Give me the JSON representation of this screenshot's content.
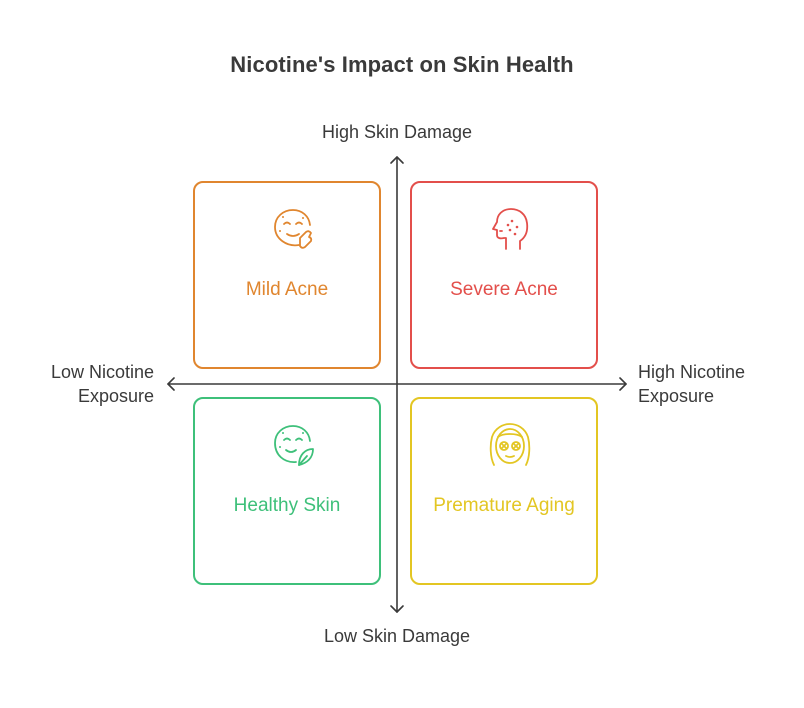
{
  "title": "Nicotine's Impact on Skin Health",
  "axes": {
    "y_high": "High Skin Damage",
    "y_low": "Low Skin Damage",
    "x_low_line1": "Low Nicotine",
    "x_low_line2": "Exposure",
    "x_high_line1": "High Nicotine",
    "x_high_line2": "Exposure"
  },
  "quadrants": {
    "top_left": {
      "label": "Mild Acne",
      "icon": "face-acne-icon",
      "color": "#e0862f"
    },
    "top_right": {
      "label": "Severe Acne",
      "icon": "face-profile-acne-icon",
      "color": "#e34f4b"
    },
    "bottom_left": {
      "label": "Healthy Skin",
      "icon": "face-leaf-icon",
      "color": "#3ec07a"
    },
    "bottom_right": {
      "label": "Premature Aging",
      "icon": "face-mask-icon",
      "color": "#e3c623"
    }
  }
}
